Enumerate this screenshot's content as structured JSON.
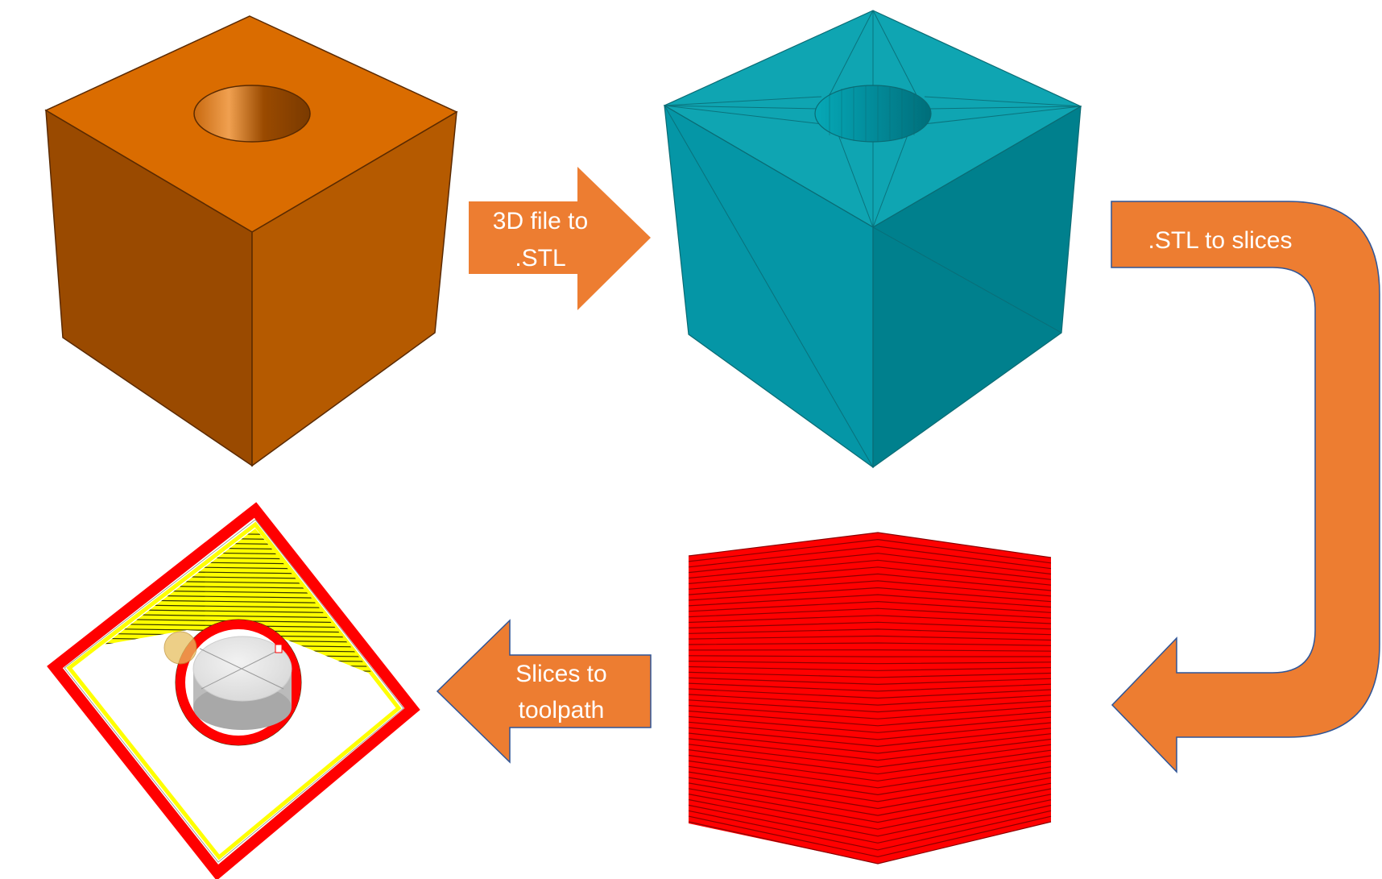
{
  "diagram": {
    "steps": [
      {
        "id": "cad",
        "label": ""
      },
      {
        "id": "stl",
        "label": ""
      },
      {
        "id": "slices",
        "label": ""
      },
      {
        "id": "toolpath",
        "label": ""
      }
    ],
    "arrows": {
      "cad_to_stl": {
        "line1": "3D file to",
        "line2": ".STL"
      },
      "stl_to_slices": {
        "line1": ".STL to slices"
      },
      "slices_to_toolpath": {
        "line1": "Slices to",
        "line2": "toolpath"
      }
    },
    "colors": {
      "arrow_fill": "#ED7D31",
      "arrow_stroke": "#2F5597",
      "cad_top": "#DA6C00",
      "cad_left": "#9A4A00",
      "cad_right": "#B55A00",
      "stl_top": "#0FA5B2",
      "stl_left": "#0596A6",
      "stl_right": "#00808D",
      "slice_red": "#FF0000",
      "slice_dark": "#8B0000",
      "toolpath_red": "#FF0000",
      "toolpath_yellow": "#FFFF00"
    }
  }
}
